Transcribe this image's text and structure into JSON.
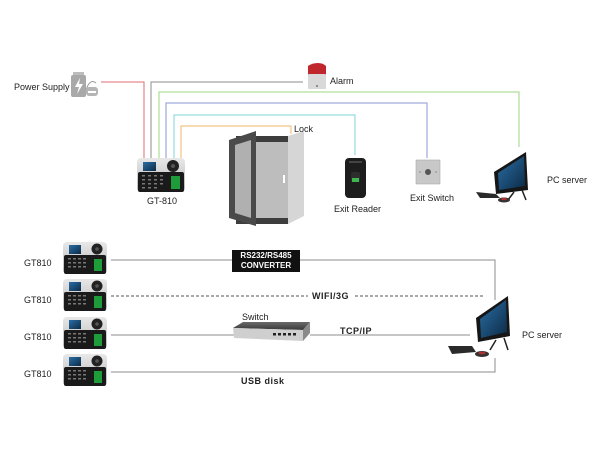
{
  "top_section": {
    "power_supply_label": "Power Supply",
    "alarm_label": "Alarm",
    "lock_label": "Lock",
    "device_label": "GT-810",
    "exit_reader_label": "Exit Reader",
    "exit_switch_label": "Exit Switch",
    "pc_server_label": "PC server",
    "wire_colors": {
      "power": "#e06b70",
      "alarm": "#8c8c8c",
      "pc": "#9ed47f",
      "exit_switch": "#8a96d6",
      "exit_reader": "#7fd4d8",
      "lock": "#f2b56b"
    }
  },
  "bottom_section": {
    "devices": [
      {
        "label": "GT810"
      },
      {
        "label": "GT810"
      },
      {
        "label": "GT810"
      },
      {
        "label": "GT810"
      }
    ],
    "converter_line1": "RS232/RS485",
    "converter_line2": "CONVERTER",
    "wifi_label": "WIFI/3G",
    "switch_label": "Switch",
    "tcpip_label": "TCP/IP",
    "usb_label": "USB disk",
    "pc_server_label": "PC server"
  }
}
